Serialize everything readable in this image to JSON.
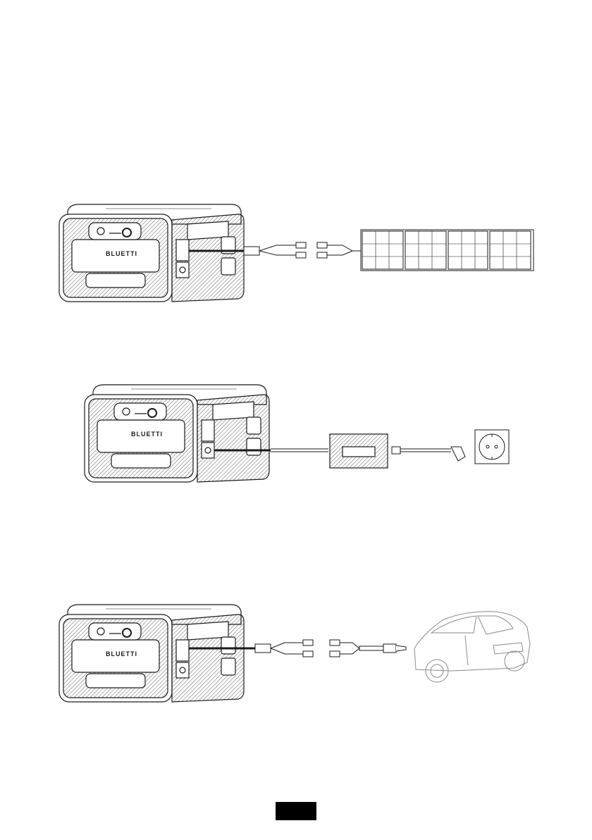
{
  "brand": {
    "logo_text": "BLUETTI"
  },
  "diagrams": [
    {
      "name": "solar-charging",
      "device": "BLUETTI power station",
      "source": "solar-panel-array"
    },
    {
      "name": "ac-charging",
      "device": "BLUETTI power station",
      "source": "ac-adapter-wall-socket"
    },
    {
      "name": "car-charging",
      "device": "BLUETTI power station",
      "source": "car-charger"
    }
  ],
  "colors": {
    "line": "#1a1a1a",
    "page_tab": "#000000"
  }
}
